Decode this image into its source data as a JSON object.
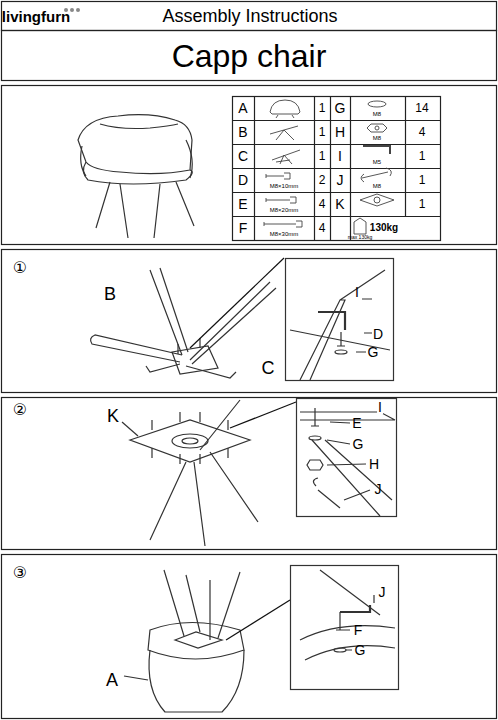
{
  "diagram": {
    "title": "Capp chair",
    "labels": [
      "livingfurn",
      "Assembly Instructions",
      "A",
      "1",
      "G",
      "M8",
      "14",
      "B",
      "1",
      "H",
      "M8",
      "4",
      "C",
      "1",
      "I",
      "M5",
      "1",
      "D",
      "M8×10mm",
      "2",
      "J",
      "M8",
      "1",
      "E",
      "M8×20mm",
      "4",
      "K",
      "1",
      "F",
      "M8×30mm",
      "4",
      "max 130kg",
      "130kg",
      "①",
      "B",
      "C",
      "I",
      "D",
      "G",
      "②",
      "K",
      "I",
      "E",
      "G",
      "H",
      "J",
      "③",
      "J",
      "F",
      "G",
      "A"
    ]
  }
}
